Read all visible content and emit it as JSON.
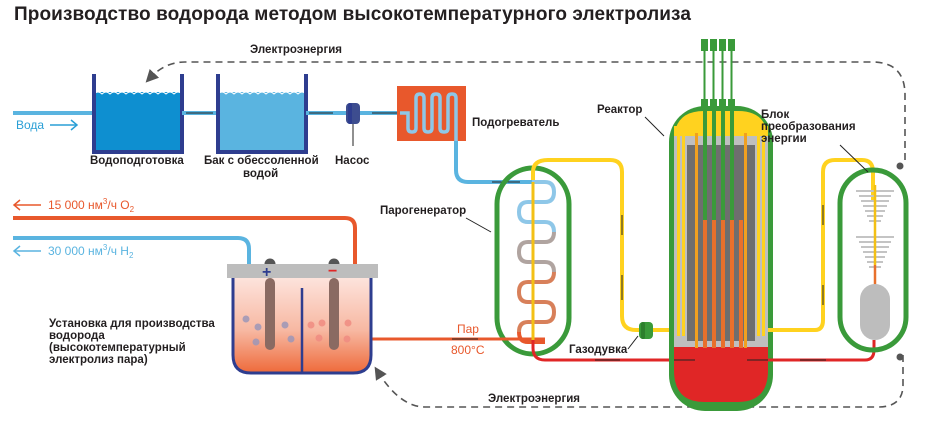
{
  "title": "Производство водорода методом высокотемпературного электролиза",
  "labels": {
    "electricity_top": "Электроэнергия",
    "electricity_bottom": "Электроэнергия",
    "water_in": "Вода",
    "water_treatment": "Водоподготовка",
    "demin_tank_line1": "Бак с обессоленной",
    "demin_tank_line2": "водой",
    "pump": "Насос",
    "heater": "Подогреватель",
    "reactor": "Реактор",
    "conversion_line1": "Блок",
    "conversion_line2": "преобразования",
    "conversion_line3": "энергии",
    "steam_generator": "Парогенератор",
    "blower": "Газодувка",
    "steam": "Пар",
    "steam_temp": "800°С",
    "plant_line1": "Установка для производства",
    "plant_line2": "водорода",
    "plant_line3": "(высокотемпературный",
    "plant_line4": "электролиз пара)",
    "oxygen_flow_value": "15 000 нм",
    "oxygen_flow_unit": "3",
    "oxygen_flow_rest": "/ч O",
    "oxygen_sub": "2",
    "hydrogen_flow_value": "30 000 нм",
    "hydrogen_flow_unit": "3",
    "hydrogen_flow_rest": "/ч H",
    "hydrogen_sub": "2",
    "anode_sign": "+",
    "cathode_sign": "−"
  },
  "colors": {
    "water_dark": "#1a8fd0",
    "water_light": "#5ab4e0",
    "tank_wall": "#2e3d8f",
    "heater": "#e8582c",
    "reactor_shell": "#3a9a3a",
    "coolant_hot": "#e02626",
    "coolant_warm": "#ffd21f",
    "oxygen": "#e8582c",
    "hydrogen": "#5ab4e0",
    "electricity": "#555555"
  },
  "icons": {
    "water_arrow": "arrow-right",
    "oxygen_arrow": "arrow-left",
    "hydrogen_arrow": "arrow-left"
  }
}
